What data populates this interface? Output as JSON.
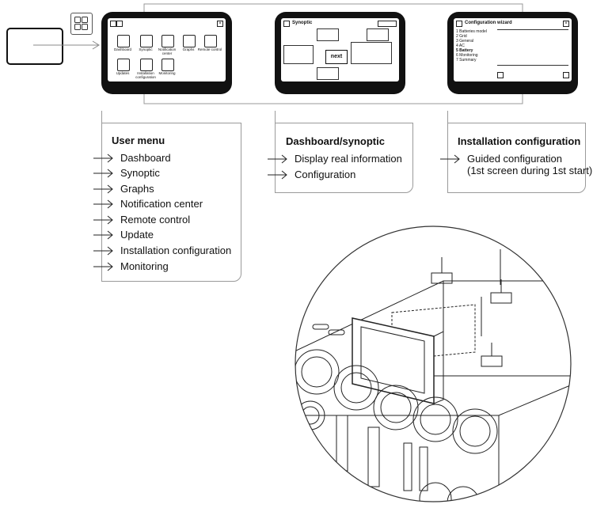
{
  "user_menu": {
    "title": "User menu",
    "items": [
      {
        "label": "Dashboard"
      },
      {
        "label": "Synoptic"
      },
      {
        "label": "Graphs"
      },
      {
        "label": "Notification center"
      },
      {
        "label": "Remote control"
      },
      {
        "label": "Update"
      },
      {
        "label": "Installation configuration"
      },
      {
        "label": "Monitoring"
      }
    ]
  },
  "dashboard_synoptic": {
    "title": "Dashboard/synoptic",
    "items": [
      {
        "label": "Display real information"
      },
      {
        "label": "Configuration"
      }
    ]
  },
  "installation_configuration": {
    "title": "Installation configuration",
    "item_main": "Guided configuration",
    "item_sub": "(1st screen during 1st start)"
  },
  "screen_menu": {
    "tiles": [
      {
        "label": "Dashboard"
      },
      {
        "label": "Synoptic"
      },
      {
        "label": "Notification center"
      },
      {
        "label": "Graphs"
      },
      {
        "label": "Remote control"
      },
      {
        "label": "Updates"
      },
      {
        "label": "Installation configuration"
      },
      {
        "label": "Monitoring"
      }
    ]
  },
  "screen_synoptic": {
    "title": "Synoptic",
    "logo": "next"
  },
  "screen_wizard": {
    "title": "Configuration wizard",
    "steps": [
      "1 Batteries model",
      "2 Grid",
      "3 General",
      "4 AC",
      "5 Battery",
      "6 Monitoring",
      "7 Summary"
    ],
    "active_step": "5 Battery"
  }
}
